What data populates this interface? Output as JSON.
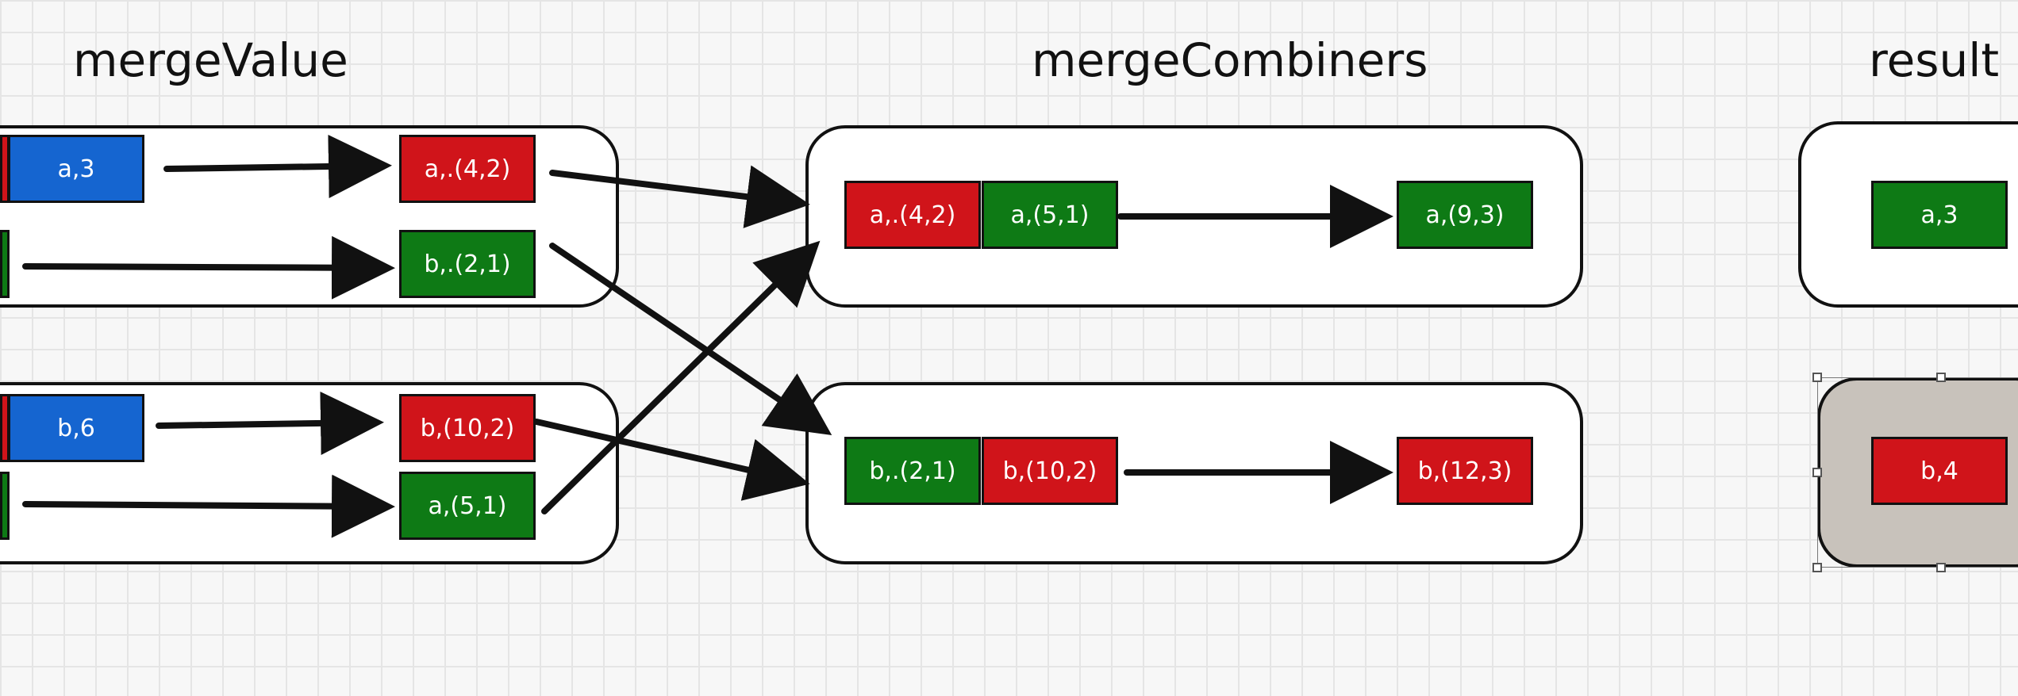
{
  "titles": {
    "merge_value": "mergeValue",
    "merge_combiners": "mergeCombiners",
    "result": "result"
  },
  "merge_value": {
    "top": {
      "input_a": "a,3",
      "output_a": "a,.(4,2)",
      "output_b": "b,.(2,1)"
    },
    "bottom": {
      "input_b": "b,6",
      "output_b": "b,(10,2)",
      "output_a": "a,(5,1)"
    }
  },
  "merge_combiners": {
    "top": {
      "left": "a,.(4,2)",
      "right": "a,(5,1)",
      "result": "a,(9,3)"
    },
    "bottom": {
      "left": "b,.(2,1)",
      "right": "b,(10,2)",
      "result": "b,(12,3)"
    }
  },
  "result": {
    "top": "a,3",
    "bottom": "b,4"
  },
  "colors": {
    "red": "#d0141a",
    "green": "#0e7a15",
    "blue": "#1565d0",
    "arrow": "#111111",
    "selected_fill": "#c8c2bb"
  }
}
